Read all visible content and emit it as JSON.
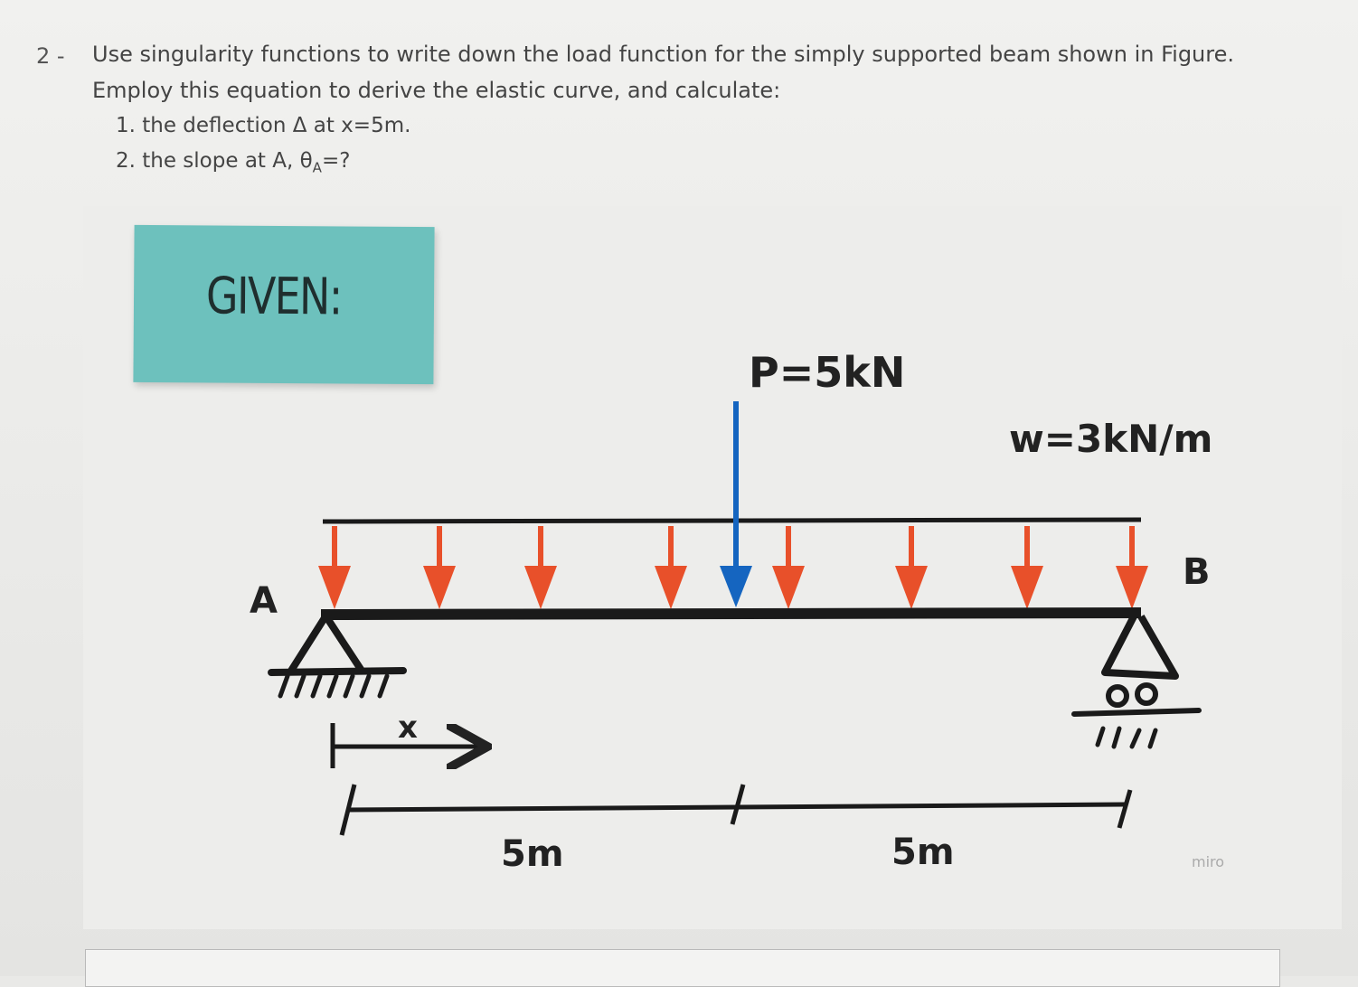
{
  "question": {
    "number": "2 -",
    "line1": "Use singularity functions to write down the load function for the simply supported beam shown in Figure.",
    "line2": "Employ this equation to derive the elastic curve, and calculate:",
    "items": [
      "1. the deflection Δ at x=5m.",
      "2. the slope at A, θ"
    ],
    "item2_subscript": "A",
    "item2_suffix": "=?"
  },
  "sticky_note": {
    "text": "GIVEN:"
  },
  "figure": {
    "point_load_label": "P=5kN",
    "distributed_load_label": "w=3kN/m",
    "support_a_label": "A",
    "support_b_label": "B",
    "x_label": "x",
    "span_left_label": "5m",
    "span_right_label": "5m",
    "point_load_color": "#1565c0",
    "distributed_load_color": "#e8502a",
    "udl_arrow_count": 9
  },
  "watermark": "miro"
}
